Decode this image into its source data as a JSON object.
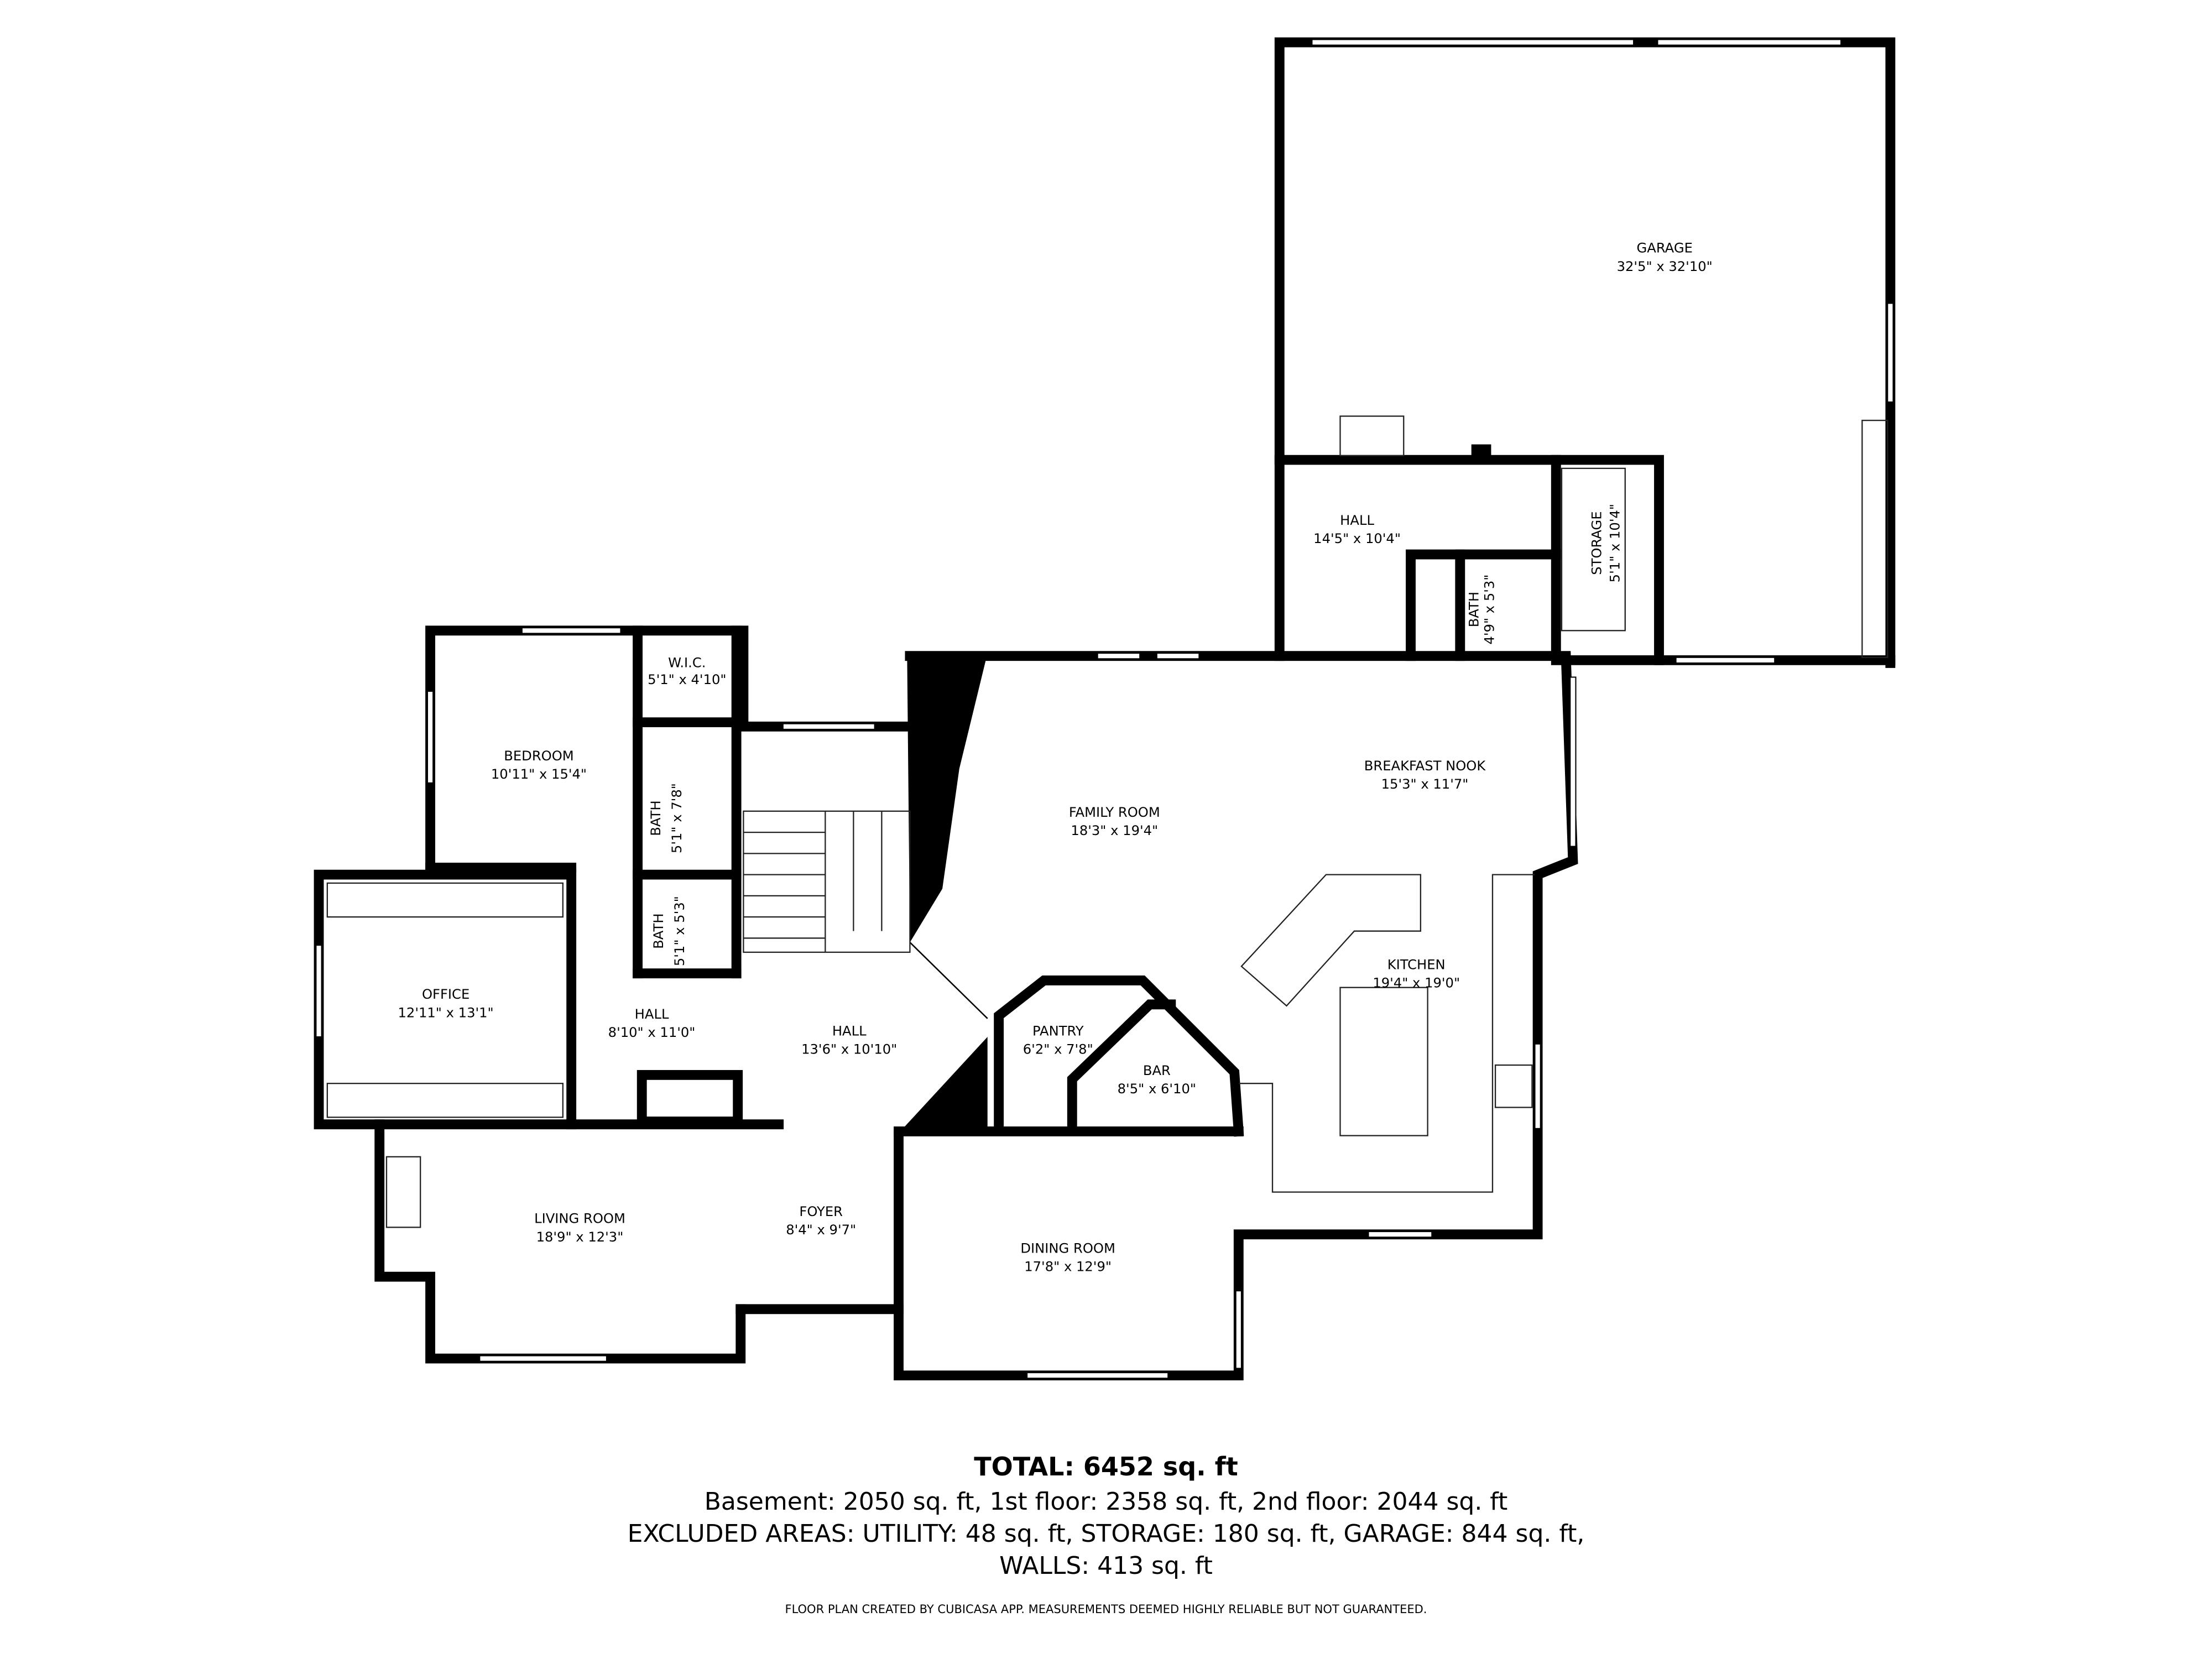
{
  "rooms": {
    "garage": {
      "name": "GARAGE",
      "size": "32'5\" x 32'10\""
    },
    "hall_garage": {
      "name": "HALL",
      "size": "14'5\" x 10'4\""
    },
    "storage": {
      "name": "STORAGE",
      "size": "5'1\" x 10'4\""
    },
    "bath_garage": {
      "name": "BATH",
      "size": "4'9\" x 5'3\""
    },
    "breakfast_nook": {
      "name": "BREAKFAST NOOK",
      "size": "15'3\" x 11'7\""
    },
    "family_room": {
      "name": "FAMILY ROOM",
      "size": "18'3\" x 19'4\""
    },
    "kitchen": {
      "name": "KITCHEN",
      "size": "19'4\" x 19'0\""
    },
    "pantry": {
      "name": "PANTRY",
      "size": "6'2\" x 7'8\""
    },
    "bar": {
      "name": "BAR",
      "size": "8'5\" x 6'10\""
    },
    "dining_room": {
      "name": "DINING ROOM",
      "size": "17'8\" x 12'9\""
    },
    "hall_center": {
      "name": "HALL",
      "size": "13'6\" x 10'10\""
    },
    "foyer": {
      "name": "FOYER",
      "size": "8'4\" x 9'7\""
    },
    "living_room": {
      "name": "LIVING ROOM",
      "size": "18'9\" x 12'3\""
    },
    "hall_left": {
      "name": "HALL",
      "size": "8'10\" x 11'0\""
    },
    "office": {
      "name": "OFFICE",
      "size": "12'11\" x 13'1\""
    },
    "bedroom": {
      "name": "BEDROOM",
      "size": "10'11\" x 15'4\""
    },
    "wic": {
      "name": "W.I.C.",
      "size": "5'1\" x 4'10\""
    },
    "bath_upper": {
      "name": "BATH",
      "size": "5'1\" x 7'8\""
    },
    "bath_lower": {
      "name": "BATH",
      "size": "5'1\" x 5'3\""
    }
  },
  "summary": {
    "total": "TOTAL: 6452 sq. ft",
    "floors": "Basement: 2050 sq. ft, 1st floor: 2358 sq. ft, 2nd floor: 2044 sq. ft",
    "excluded": "EXCLUDED AREAS: UTILITY: 48 sq. ft, STORAGE: 180 sq. ft, GARAGE: 844 sq. ft,",
    "walls": "WALLS: 413 sq. ft"
  },
  "disclaimer": "FLOOR PLAN CREATED BY CUBICASA APP. MEASUREMENTS DEEMED HIGHLY RELIABLE BUT NOT GUARANTEED."
}
